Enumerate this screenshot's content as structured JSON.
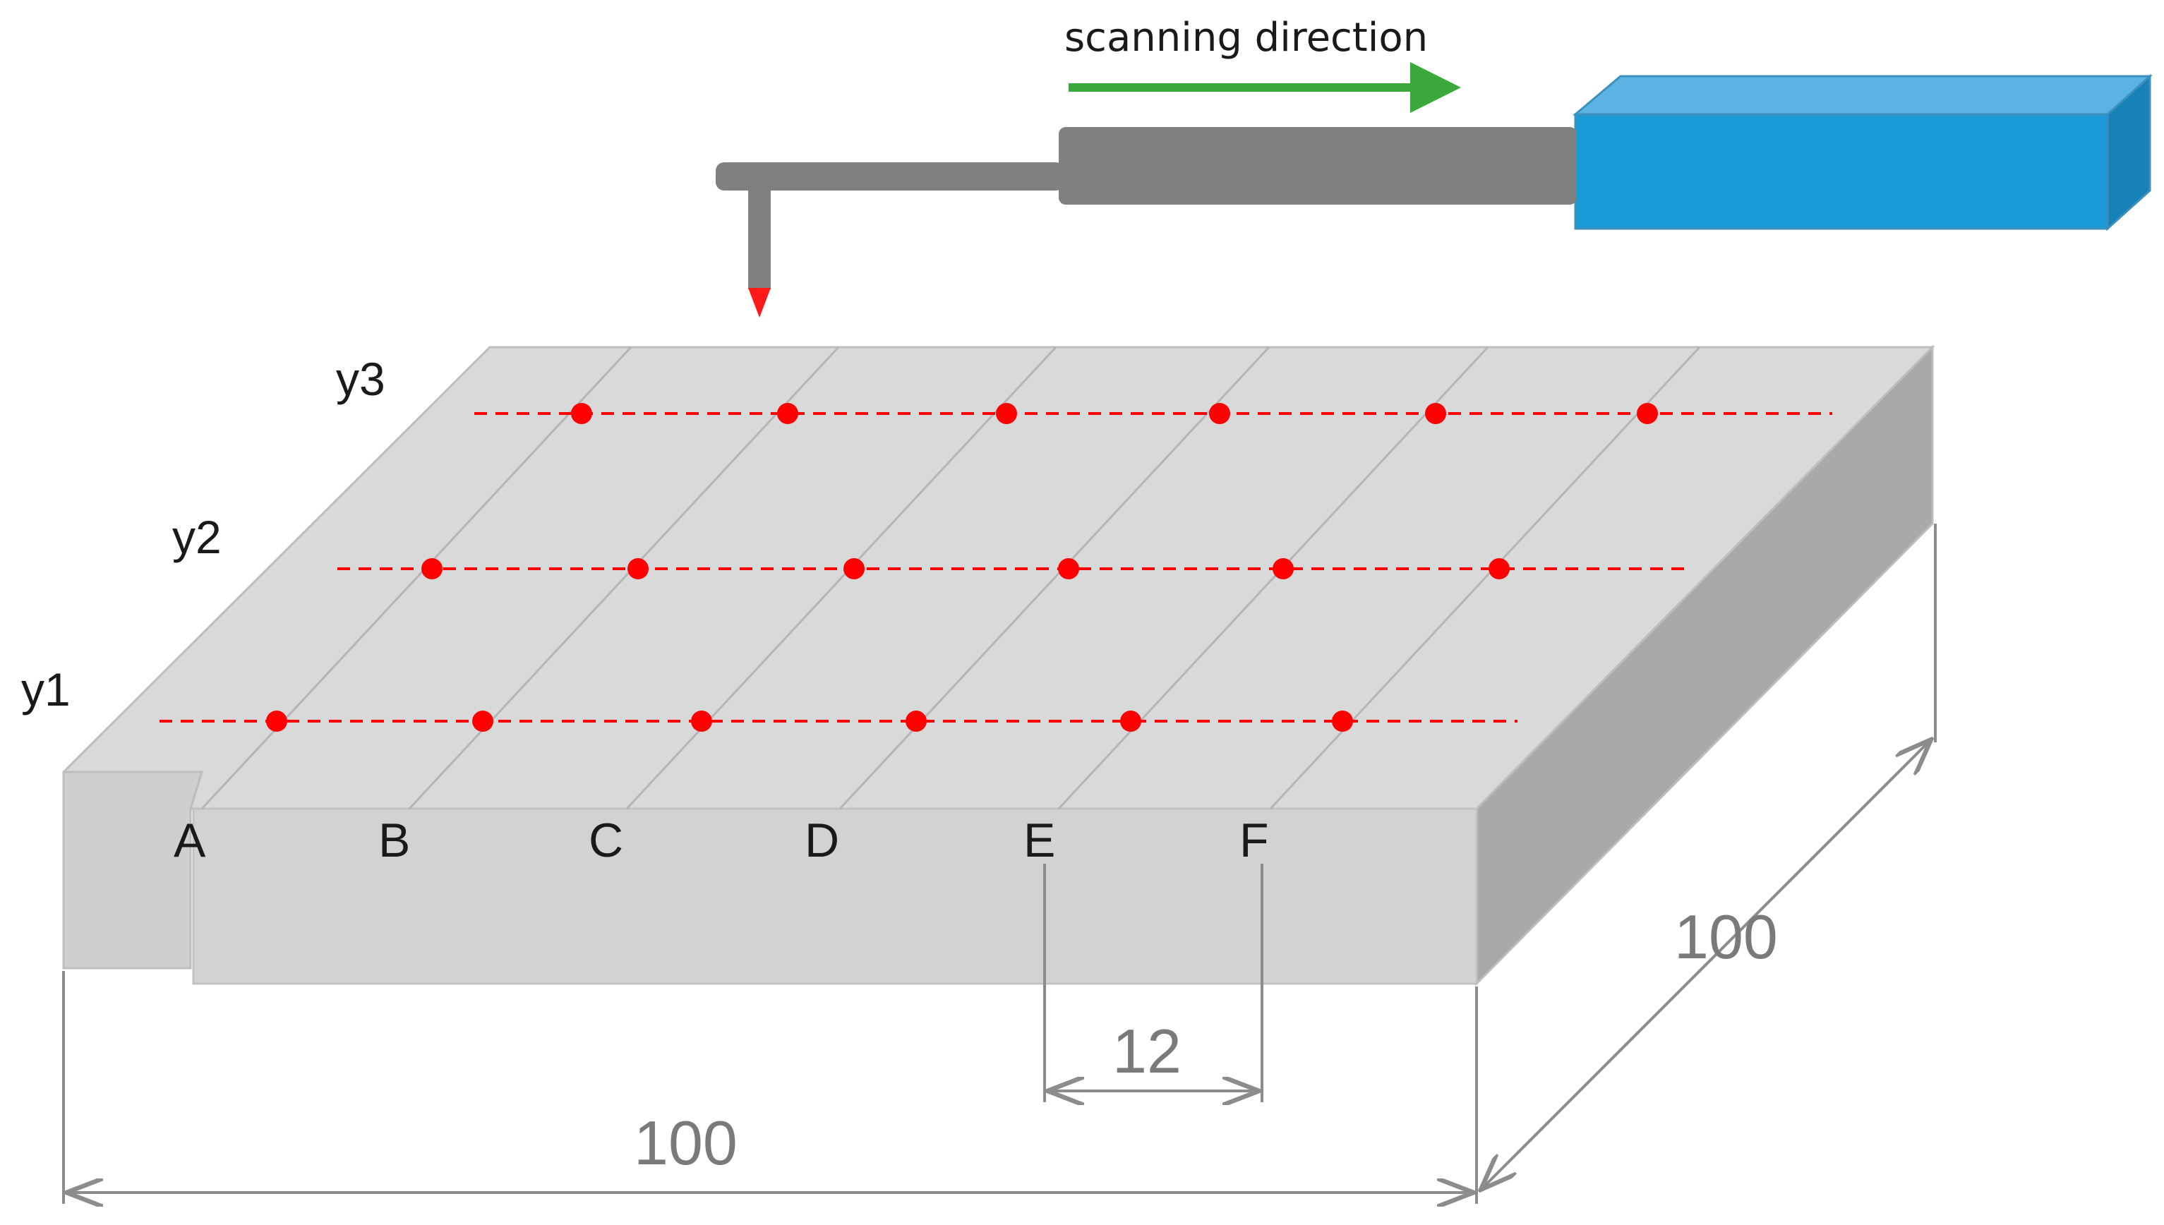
{
  "scanning": {
    "label": "scanning direction",
    "arrow_color": "#3aa83a"
  },
  "scan_rows": [
    {
      "label": "y1"
    },
    {
      "label": "y2"
    },
    {
      "label": "y3"
    }
  ],
  "columns": [
    {
      "label": "A"
    },
    {
      "label": "B"
    },
    {
      "label": "C"
    },
    {
      "label": "D"
    },
    {
      "label": "E"
    },
    {
      "label": "F"
    }
  ],
  "dimensions": {
    "spacing": "12",
    "width": "100",
    "depth": "100"
  },
  "colors": {
    "plate_top": "#d9d9d9",
    "plate_front": "#d4d1d1",
    "plate_side": "#a9a9a9",
    "scan_points": "#ff0000",
    "probe_body": "#1a9ad6",
    "probe_shaft": "#808080",
    "dimension_lines": "#8c8c8c"
  }
}
